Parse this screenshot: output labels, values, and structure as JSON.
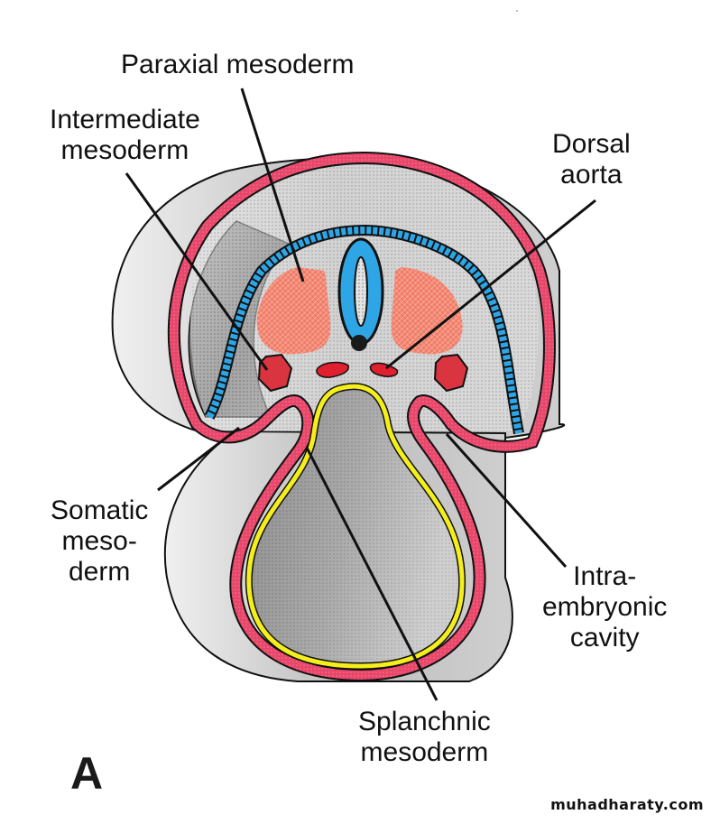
{
  "diagram": {
    "panel_letter": "A",
    "watermark": "muhadharaty.com",
    "labels": {
      "paraxial": "Paraxial mesoderm",
      "intermediate_1": "Intermediate",
      "intermediate_2": "mesoderm",
      "dorsal_aorta_1": "Dorsal",
      "dorsal_aorta_2": "aorta",
      "somatic_1": "Somatic",
      "somatic_2": "meso-",
      "somatic_3": "derm",
      "intra_1": "Intra-",
      "intra_2": "embryonic",
      "intra_3": "cavity",
      "splanchnic_1": "Splanchnic",
      "splanchnic_2": "mesoderm"
    },
    "colors": {
      "mesoderm_pink": "#e8476a",
      "paraxial_orange": "#f5806a",
      "intermediate_red": "#d9343f",
      "aorta_red": "#e0202e",
      "ectoderm_blue": "#2ea6e6",
      "endoderm_yellow": "#f4ee1c",
      "notochord": "#1a1a1a",
      "shade_light": "#d8d8d8",
      "shade_dark": "#7a7a7a"
    }
  }
}
